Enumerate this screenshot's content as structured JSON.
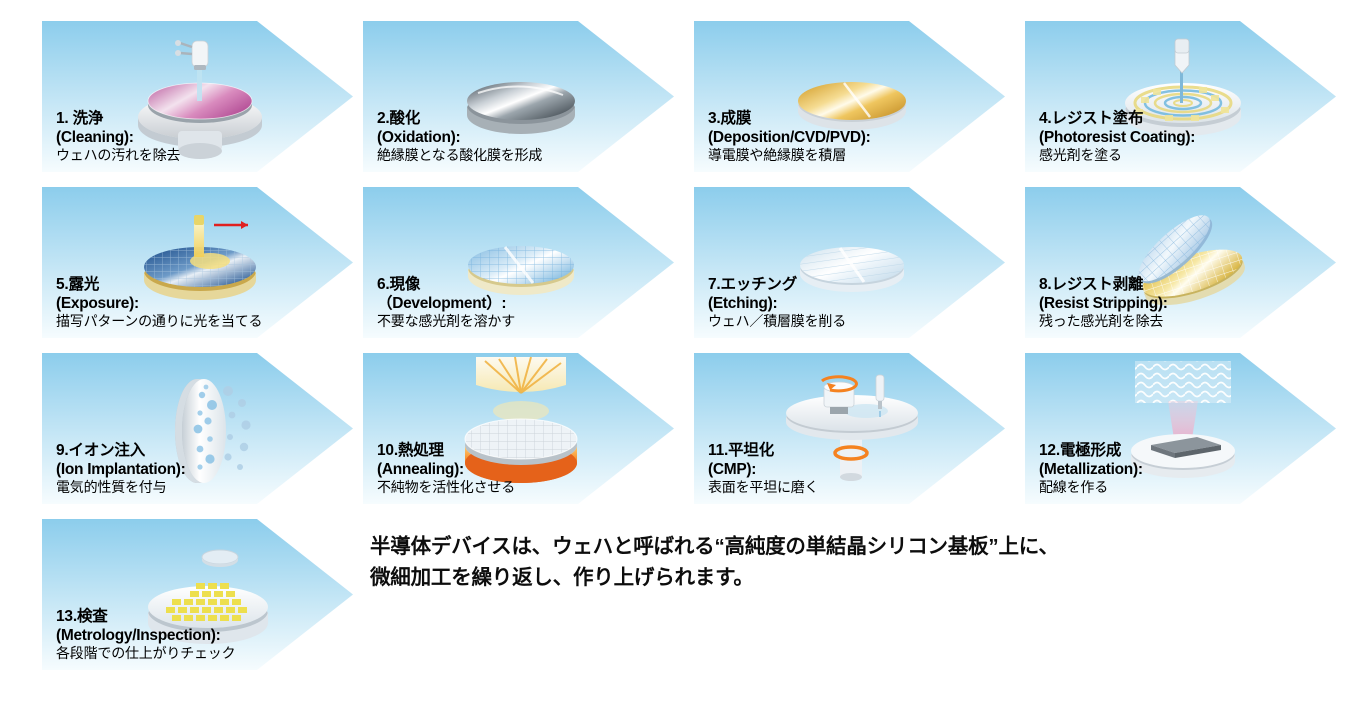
{
  "diagram": {
    "title": "Semiconductor Device Fabrication Process Flow",
    "colors": {
      "arrow_top": "#8CCDEC",
      "arrow_bottom": "#F4FBFE",
      "text": "#000000",
      "accent_gold": "#E8C55F",
      "accent_orange": "#F5831F",
      "accent_pink": "#C76BA6",
      "accent_blue": "#3E6FA8",
      "accent_red": "#E02020"
    },
    "caption": {
      "line1": "半導体デバイスは、ウェハと呼ばれる“高純度の単結晶シリコン基板”上に、",
      "line2": "微細加工を繰り返し、作り上げられます。"
    },
    "steps": [
      {
        "number": "1.",
        "jp": "1. 洗浄",
        "en": "(Cleaning):",
        "desc": "ウェハの汚れを除去",
        "icon": "wafer-cleaning-spin-nozzle-icon"
      },
      {
        "number": "2.",
        "jp": "2.酸化",
        "en": "(Oxidation):",
        "desc": "絶縁膜となる酸化膜を形成",
        "icon": "silver-oxide-wafer-icon"
      },
      {
        "number": "3.",
        "jp": "3.成膜",
        "en": "(Deposition/CVD/PVD):",
        "desc": "導電膜や絶縁膜を積層",
        "icon": "gold-deposited-wafer-icon"
      },
      {
        "number": "4.",
        "jp": "4.レジスト塗布",
        "en": "(Photoresist Coating):",
        "desc": "感光剤を塗る",
        "icon": "spin-coater-nozzle-icon"
      },
      {
        "number": "5.",
        "jp": "5.露光",
        "en": "(Exposure):",
        "desc": "描写パターンの通りに光を当てる",
        "icon": "exposure-light-beam-icon"
      },
      {
        "number": "6.",
        "jp": "6.現像",
        "en": "（Development）:",
        "desc": "不要な感光剤を溶かす",
        "icon": "developed-pattern-wafer-icon"
      },
      {
        "number": "7.",
        "jp": "7.エッチング",
        "en": " (Etching):",
        "desc": "ウェハ／積層膜を削る",
        "icon": "etched-striped-wafer-icon"
      },
      {
        "number": "8.",
        "jp": "8.レジスト剥離",
        "en": "(Resist Stripping):",
        "desc": "残った感光剤を除去",
        "icon": "resist-peeling-wafer-icon"
      },
      {
        "number": "9.",
        "jp": "9.イオン注入",
        "en": " (Ion Implantation):",
        "desc": "電気的性質を付与",
        "icon": "ion-implantation-dots-icon"
      },
      {
        "number": "10.",
        "jp": "10.熱処理",
        "en": "(Annealing):",
        "desc": "不純物を活性化させる",
        "icon": "annealing-heat-glow-icon"
      },
      {
        "number": "11.",
        "jp": "11.平坦化",
        "en": " (CMP):",
        "desc": "表面を平坦に磨く",
        "icon": "cmp-polisher-icon"
      },
      {
        "number": "12.",
        "jp": "12.電極形成",
        "en": "(Metallization):",
        "desc": "配線を作る",
        "icon": "sputtering-plasma-icon"
      },
      {
        "number": "13.",
        "jp": "13.検査",
        "en": "(Metrology/Inspection):",
        "desc": "各段階での仕上がりチェック",
        "icon": "inspection-die-grid-lens-icon"
      }
    ]
  }
}
